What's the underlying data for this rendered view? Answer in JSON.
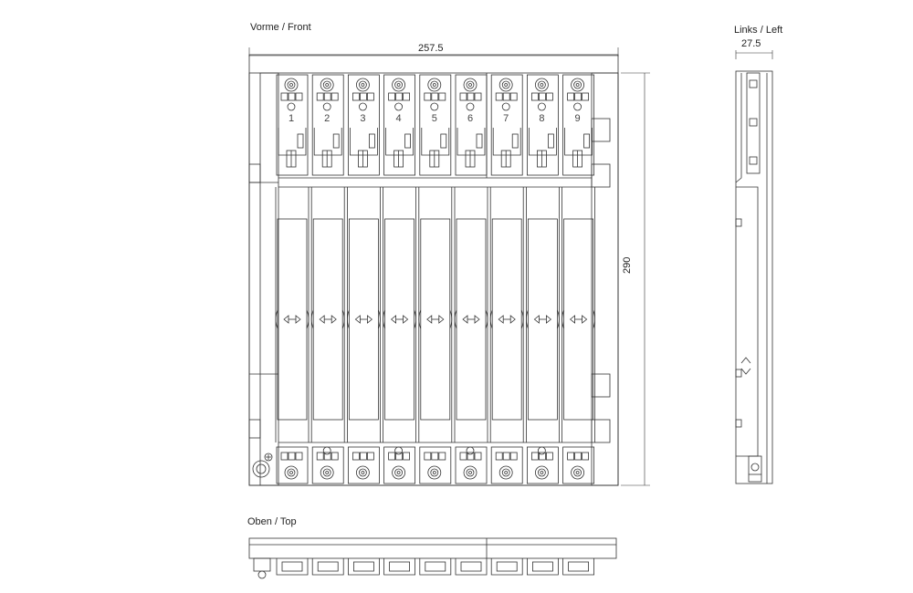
{
  "views": {
    "front_label": "Vorme / Front",
    "left_label": "Links / Left",
    "top_label": "Oben / Top"
  },
  "dimensions": {
    "front_width": "257.5",
    "front_height": "290",
    "left_width": "27.5"
  },
  "slots": [
    "1",
    "2",
    "3",
    "4",
    "5",
    "6",
    "7",
    "8",
    "9"
  ],
  "colors": {
    "line": "#333333",
    "fill": "#ffffff"
  }
}
